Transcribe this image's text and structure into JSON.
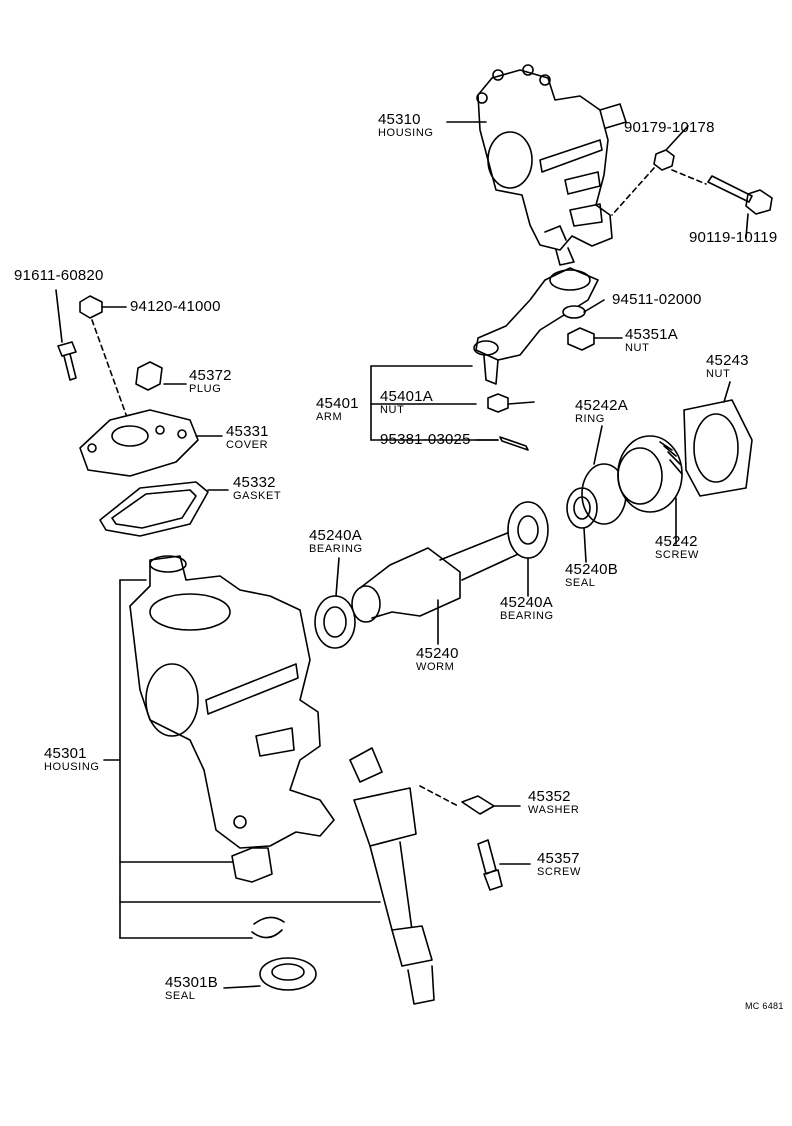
{
  "diagram_code": "MC 6481",
  "parts": [
    {
      "id": "p45310",
      "number": "45310",
      "name": "HOUSING"
    },
    {
      "id": "p90179",
      "number": "90179-10178",
      "name": ""
    },
    {
      "id": "p90119",
      "number": "90119-10119",
      "name": ""
    },
    {
      "id": "p91611",
      "number": "91611-60820",
      "name": ""
    },
    {
      "id": "p94120",
      "number": "94120-41000",
      "name": ""
    },
    {
      "id": "p94511",
      "number": "94511-02000",
      "name": ""
    },
    {
      "id": "p45351A",
      "number": "45351A",
      "name": "NUT"
    },
    {
      "id": "p45372",
      "number": "45372",
      "name": "PLUG"
    },
    {
      "id": "p45243",
      "number": "45243",
      "name": "NUT"
    },
    {
      "id": "p45401",
      "number": "45401",
      "name": "ARM"
    },
    {
      "id": "p45401A",
      "number": "45401A",
      "name": "NUT"
    },
    {
      "id": "p45242A",
      "number": "45242A",
      "name": "RING"
    },
    {
      "id": "p45331",
      "number": "45331",
      "name": "COVER"
    },
    {
      "id": "p95381",
      "number": "95381-03025",
      "name": ""
    },
    {
      "id": "p45332",
      "number": "45332",
      "name": "GASKET"
    },
    {
      "id": "p45240A_l",
      "number": "45240A",
      "name": "BEARING"
    },
    {
      "id": "p45240B",
      "number": "45240B",
      "name": "SEAL"
    },
    {
      "id": "p45242",
      "number": "45242",
      "name": "SCREW"
    },
    {
      "id": "p45240A_r",
      "number": "45240A",
      "name": "BEARING"
    },
    {
      "id": "p45240",
      "number": "45240",
      "name": "WORM"
    },
    {
      "id": "p45301",
      "number": "45301",
      "name": "HOUSING"
    },
    {
      "id": "p45352",
      "number": "45352",
      "name": "WASHER"
    },
    {
      "id": "p45357",
      "number": "45357",
      "name": "SCREW"
    },
    {
      "id": "p45301B",
      "number": "45301B",
      "name": "SEAL"
    }
  ]
}
